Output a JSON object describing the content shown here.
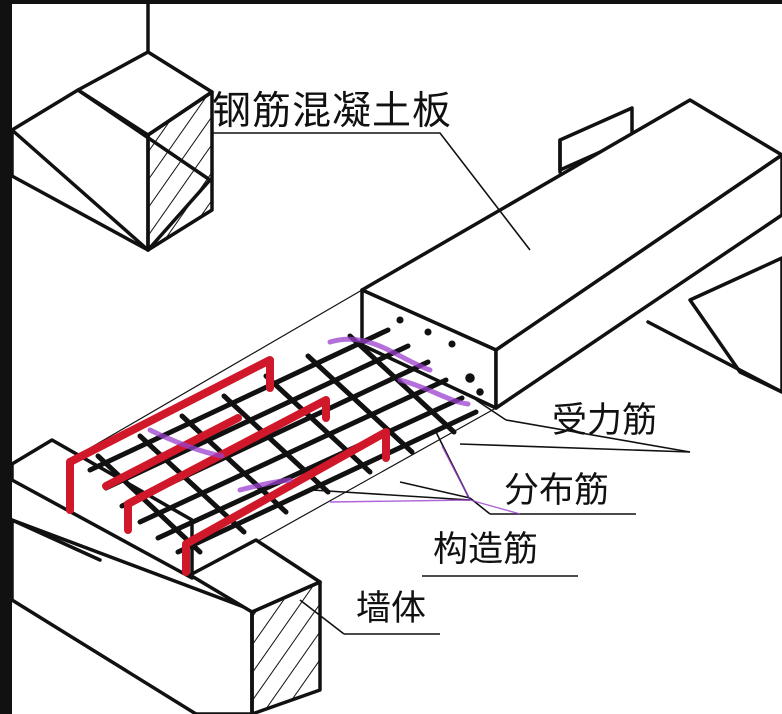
{
  "diagram": {
    "labels": {
      "slab": "钢筋混凝土板",
      "main_rebar": "受力筋",
      "distribution_rebar": "分布筋",
      "construction_rebar": "构造筋",
      "wall": "墙体"
    },
    "colors": {
      "background": "#ffffff",
      "outline": "#111111",
      "frame_bar": "#111111",
      "construction_rebar": "#d0182a",
      "leader_highlight": "#9b3fcf"
    }
  }
}
